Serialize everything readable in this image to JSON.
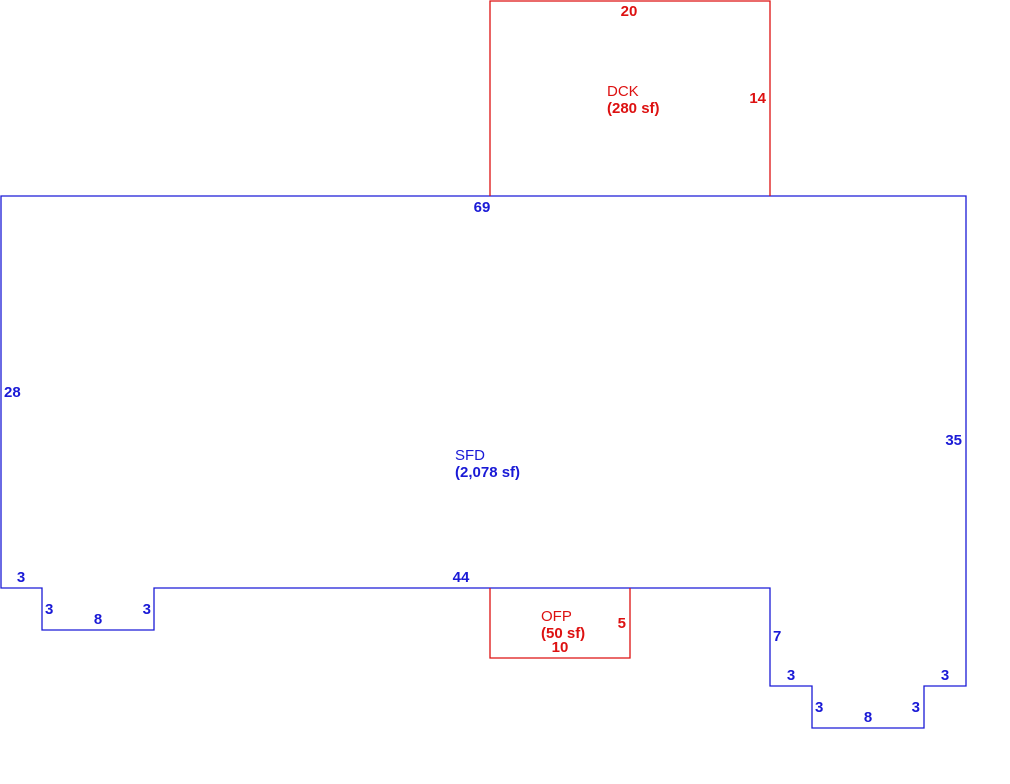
{
  "colors": {
    "main": "#0000cc",
    "addition": "#dd1111",
    "background": "#ffffff"
  },
  "areas": {
    "sfd": {
      "name": "SFD",
      "area": "(2,078 sf)"
    },
    "dck": {
      "name": "DCK",
      "area": "(280 sf)"
    },
    "ofp": {
      "name": "OFP",
      "area": "(50 sf)"
    }
  },
  "dimensions": {
    "sfd": {
      "top": "69",
      "left": "28",
      "right": "35",
      "bottom_left": "3",
      "left_notch_depth_a": "3",
      "left_notch_width": "8",
      "left_notch_depth_b": "3",
      "bottom_middle": "44",
      "right_step": "7",
      "right_step_ledge": "3",
      "right_notch_depth_a": "3",
      "right_notch_width": "8",
      "right_notch_depth_b": "3",
      "right_ledge": "3"
    },
    "dck": {
      "top": "20",
      "right": "14"
    },
    "ofp": {
      "right": "5",
      "bottom": "10"
    }
  }
}
